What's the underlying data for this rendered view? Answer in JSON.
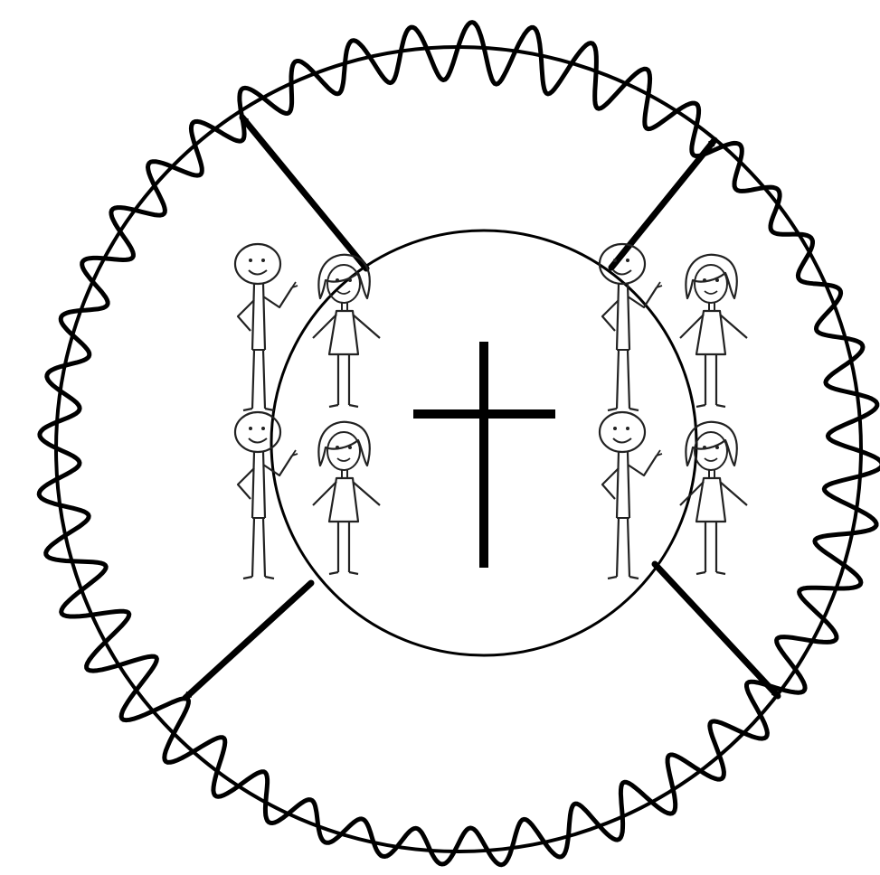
{
  "diagram": {
    "center_symbol": "cross",
    "figures": [
      {
        "kind": "stick-man",
        "group": "top-left"
      },
      {
        "kind": "stick-woman",
        "group": "top-left"
      },
      {
        "kind": "stick-man",
        "group": "bottom-left"
      },
      {
        "kind": "stick-woman",
        "group": "bottom-left"
      },
      {
        "kind": "stick-man",
        "group": "top-right"
      },
      {
        "kind": "stick-woman",
        "group": "top-right"
      },
      {
        "kind": "stick-man",
        "group": "bottom-right"
      },
      {
        "kind": "stick-woman",
        "group": "bottom-right"
      }
    ],
    "arrows": [
      "up-left",
      "up-right",
      "down-left",
      "down-right"
    ],
    "outer_ring": "wavy",
    "colors": {
      "stroke": "#000000",
      "figure_stroke": "#222222",
      "background": "#ffffff"
    }
  }
}
